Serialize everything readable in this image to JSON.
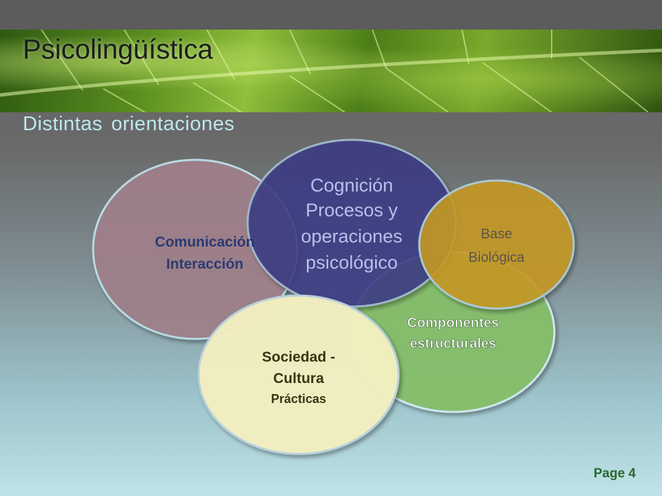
{
  "slide": {
    "title": "Psicolingüística",
    "subtitle": "Distintas orientaciones",
    "page": "Page 4"
  },
  "circles": {
    "comunicacion": {
      "lines": [
        "Comunicación",
        "Interacción"
      ],
      "fill": "#a0808a",
      "text_color": "#2c3a72"
    },
    "cognicion": {
      "lines": [
        "Cognición",
        "Procesos y",
        "operaciones",
        "psicológico"
      ],
      "fill": "#3b3b86",
      "text_color": "#b7c1ea"
    },
    "base": {
      "lines": [
        "Base",
        "Biológica"
      ],
      "fill": "#c79a22",
      "text_color": "#5d5446"
    },
    "componentes": {
      "lines": [
        "Componentes",
        "estructurales"
      ],
      "fill": "#86c06a",
      "text_color": "#ffffff"
    },
    "sociedad": {
      "lines": [
        "Sociedad -",
        "Cultura",
        "Prácticas"
      ],
      "fill": "#f4f1c2",
      "text_color": "#3a3414"
    }
  }
}
